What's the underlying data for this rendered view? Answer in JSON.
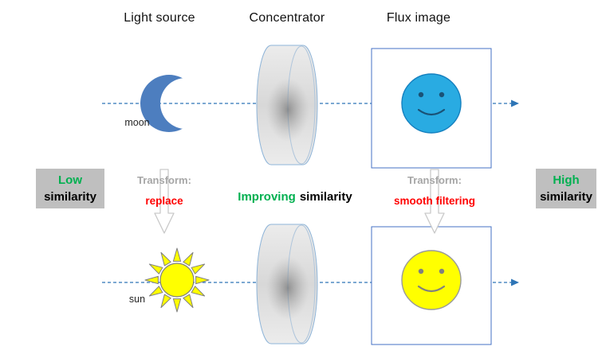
{
  "headers": {
    "light_source": "Light source",
    "concentrator": "Concentrator",
    "flux_image": "Flux image"
  },
  "rows": {
    "top": {
      "source_label": "moon"
    },
    "bottom": {
      "source_label": "sun"
    }
  },
  "badges": {
    "left": {
      "emphasis": "Low",
      "rest": "similarity"
    },
    "right": {
      "emphasis": "High",
      "rest": "similarity"
    }
  },
  "transforms": {
    "left": {
      "label": "Transform:",
      "action": "replace"
    },
    "right": {
      "label": "Transform:",
      "action": "smooth filtering"
    }
  },
  "center_caption": {
    "emphasis": "Improving",
    "rest": "similarity"
  },
  "icons": {
    "moon": "moon-icon",
    "sun": "sun-icon",
    "concentrator": "lens-cylinder-icon",
    "smiley_top": "blue-smiley-icon",
    "smiley_bottom": "yellow-smiley-icon",
    "flow": "dashed-arrow-icon",
    "transform": "down-block-arrow-icon"
  },
  "colors": {
    "green": "#00b050",
    "red": "#ff0000",
    "transform_gray": "#a6a6a6",
    "badge_bg": "#bfbfbf",
    "moon_blue": "#4d7ebf",
    "smiley_blue": "#29abe2",
    "smiley_yellow": "#ffff00",
    "flow_line_blue": "#2e75b6",
    "box_border_blue": "#4472c4"
  }
}
